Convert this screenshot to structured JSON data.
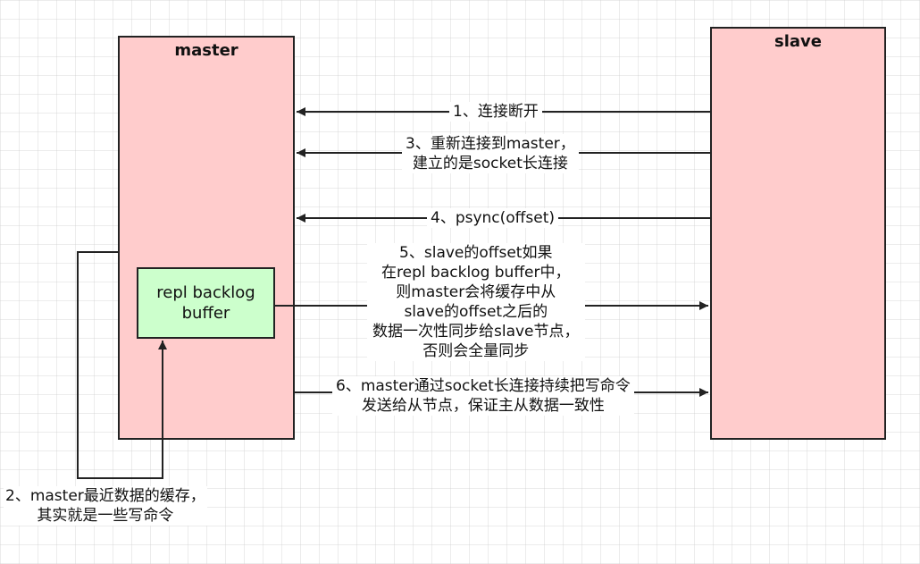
{
  "master": {
    "title": "master"
  },
  "slave": {
    "title": "slave"
  },
  "backlog": {
    "line1": "repl backlog",
    "line2": "buffer"
  },
  "steps": {
    "s1": "1、连接断开",
    "s2": [
      "2、master最近数据的缓存，",
      "其实就是一些写命令"
    ],
    "s3": [
      "3、重新连接到master，",
      "建立的是socket长连接"
    ],
    "s4": "4、psync(offset)",
    "s5": [
      "5、slave的offset如果",
      "在repl backlog buffer中，",
      "则master会将缓存中从",
      "slave的offset之后的",
      "数据一次性同步给slave节点，",
      "否则会全量同步"
    ],
    "s6": [
      "6、master通过socket长连接持续把写命令",
      "发送给从节点，保证主从数据一致性"
    ]
  },
  "colors": {
    "box_fill": "#ffcccc",
    "buffer_fill": "#ccffcc",
    "line": "#222222"
  }
}
